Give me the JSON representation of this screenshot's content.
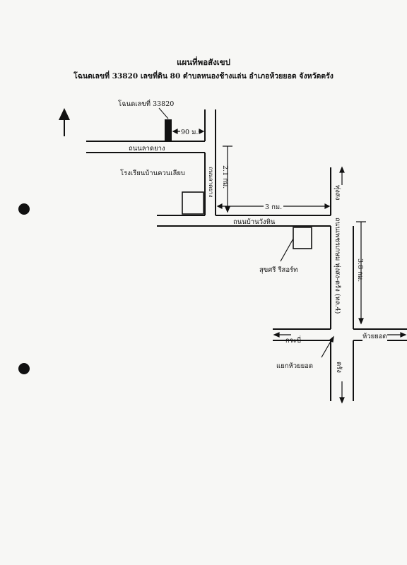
{
  "title": "แผนที่พอสังเขป",
  "subtitle": "โฉนดเลขที่ 33820 เลขที่ดิน 80 ตำบลหนองช้างแล่น อำเภอห้วยยอด จังหวัดตรัง",
  "labels": {
    "deed": "โฉนดเลขที่ 33820",
    "dist_90m": "90 ม.",
    "road_latyang": "ถนนลาดยาง",
    "school": "โรงเรียนบ้านควนเลียบ",
    "road_vertical_small": "ถนนลาดยาง",
    "dist_21km": "2.1 กม.",
    "dist_3km": "3 กม.",
    "road_wangthin": "ถนนบ้านวังหิน",
    "resort": "สุขศรี รีสอร์ท",
    "highway": "ถนนเพชรเกษม ทุ่งสง-ตรัง (ทล.4)",
    "to_thungsong": "ทุ่งสง",
    "dist_38km": "3.8 กม.",
    "to_krabi": "กระบี่",
    "to_huaiyot": "ห้วยยอด",
    "junction": "แยกห้วยยอด",
    "to_trang": "ตรัง"
  },
  "colors": {
    "ink": "#111111",
    "paper": "#f7f7f5"
  }
}
